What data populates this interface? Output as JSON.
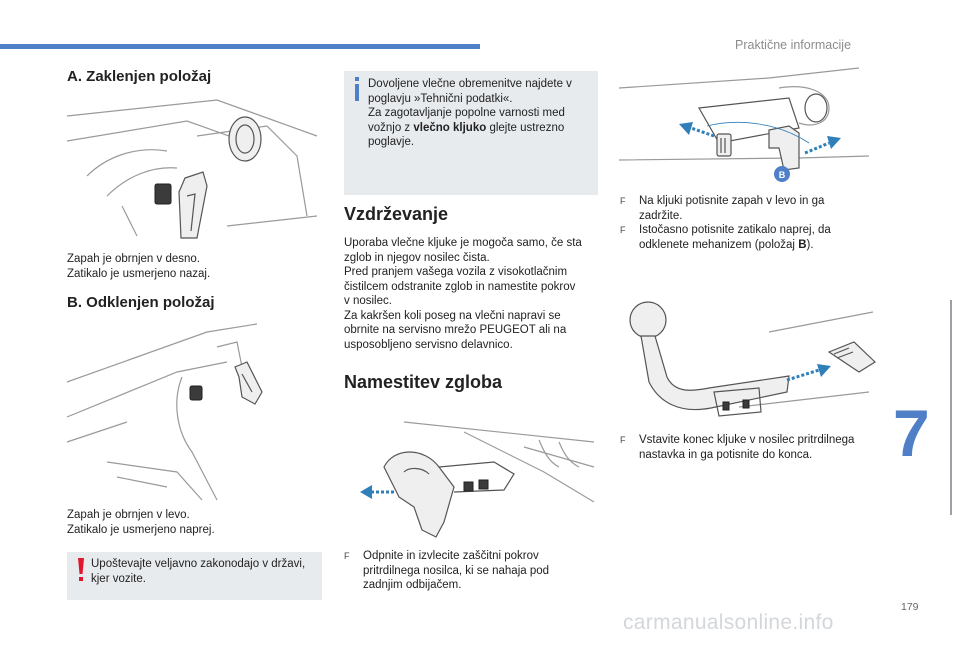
{
  "header": {
    "section_title": "Praktične informacije"
  },
  "left_column": {
    "section_a": {
      "title": "A. Zaklenjen položaj",
      "caption_lines": [
        "Zapah je obrnjen v desno.",
        "Zatikalo je usmerjeno nazaj."
      ]
    },
    "section_b": {
      "title": "B. Odklenjen položaj",
      "caption_lines": [
        "Zapah je obrnjen v levo.",
        "Zatikalo je usmerjeno naprej."
      ]
    },
    "warning_box": {
      "icon": "exclamation-icon",
      "lines": [
        "Upoštevajte veljavno zakonodajo v državi,",
        "kjer vozite."
      ]
    }
  },
  "middle_column": {
    "info_box": {
      "icon": "info-icon",
      "line1": "Dovoljene vlečne obremenitve najdete v",
      "line2": "poglavju »Tehnični podatki«.",
      "line3": "Za zagotavljanje popolne varnosti med",
      "line4_pre": "vožnjo z ",
      "line4_bold": "vlečno kljuko",
      "line4_post": " glejte ustrezno",
      "line5": "poglavje."
    },
    "maintenance": {
      "title": "Vzdrževanje",
      "lines": [
        "Uporaba vlečne kljuke je mogoča samo, če sta",
        "zglob in njegov nosilec čista.",
        "Pred pranjem vašega vozila z visokotlačnim",
        "čistilcem odstranite zglob in namestite pokrov",
        "v nosilec.",
        "Za kakršen koli poseg na vlečni napravi se",
        "obrnite na servisno mrežo PEUGEOT ali na",
        "usposobljeno servisno delavnico."
      ]
    },
    "fitting": {
      "title": "Namestitev zgloba",
      "step": {
        "bullet": "F",
        "lines": [
          "Odpnite in izvlecite zaščitni pokrov",
          "pritrdilnega nosilca, ki se nahaja pod",
          "zadnjim odbijačem."
        ]
      }
    }
  },
  "right_column": {
    "figure_label": "B",
    "steps_top": [
      {
        "bullet": "F",
        "lines": [
          "Na kljuki potisnite zapah v levo in ga",
          "zadržite."
        ]
      },
      {
        "bullet": "F",
        "lines_pre": "Istočasno potisnite zatikalo naprej, da",
        "line2_pre": "odklenete mehanizem (položaj ",
        "line2_bold": "B",
        "line2_post": ")."
      }
    ],
    "step_bottom": {
      "bullet": "F",
      "lines": [
        "Vstavite konec kljuke v nosilec pritrdilnega",
        "nastavka in ga potisnite do konca."
      ]
    }
  },
  "chapter": {
    "number": "7"
  },
  "page": {
    "number": "179"
  },
  "watermark": {
    "text": "carmanualsonline.info"
  },
  "colors": {
    "accent": "#4f7fc7",
    "info_icon": "#4f7fc7",
    "warning_icon": "#e0182d",
    "box_bg": "#e8ebee",
    "arrow": "#2f7fb9"
  }
}
